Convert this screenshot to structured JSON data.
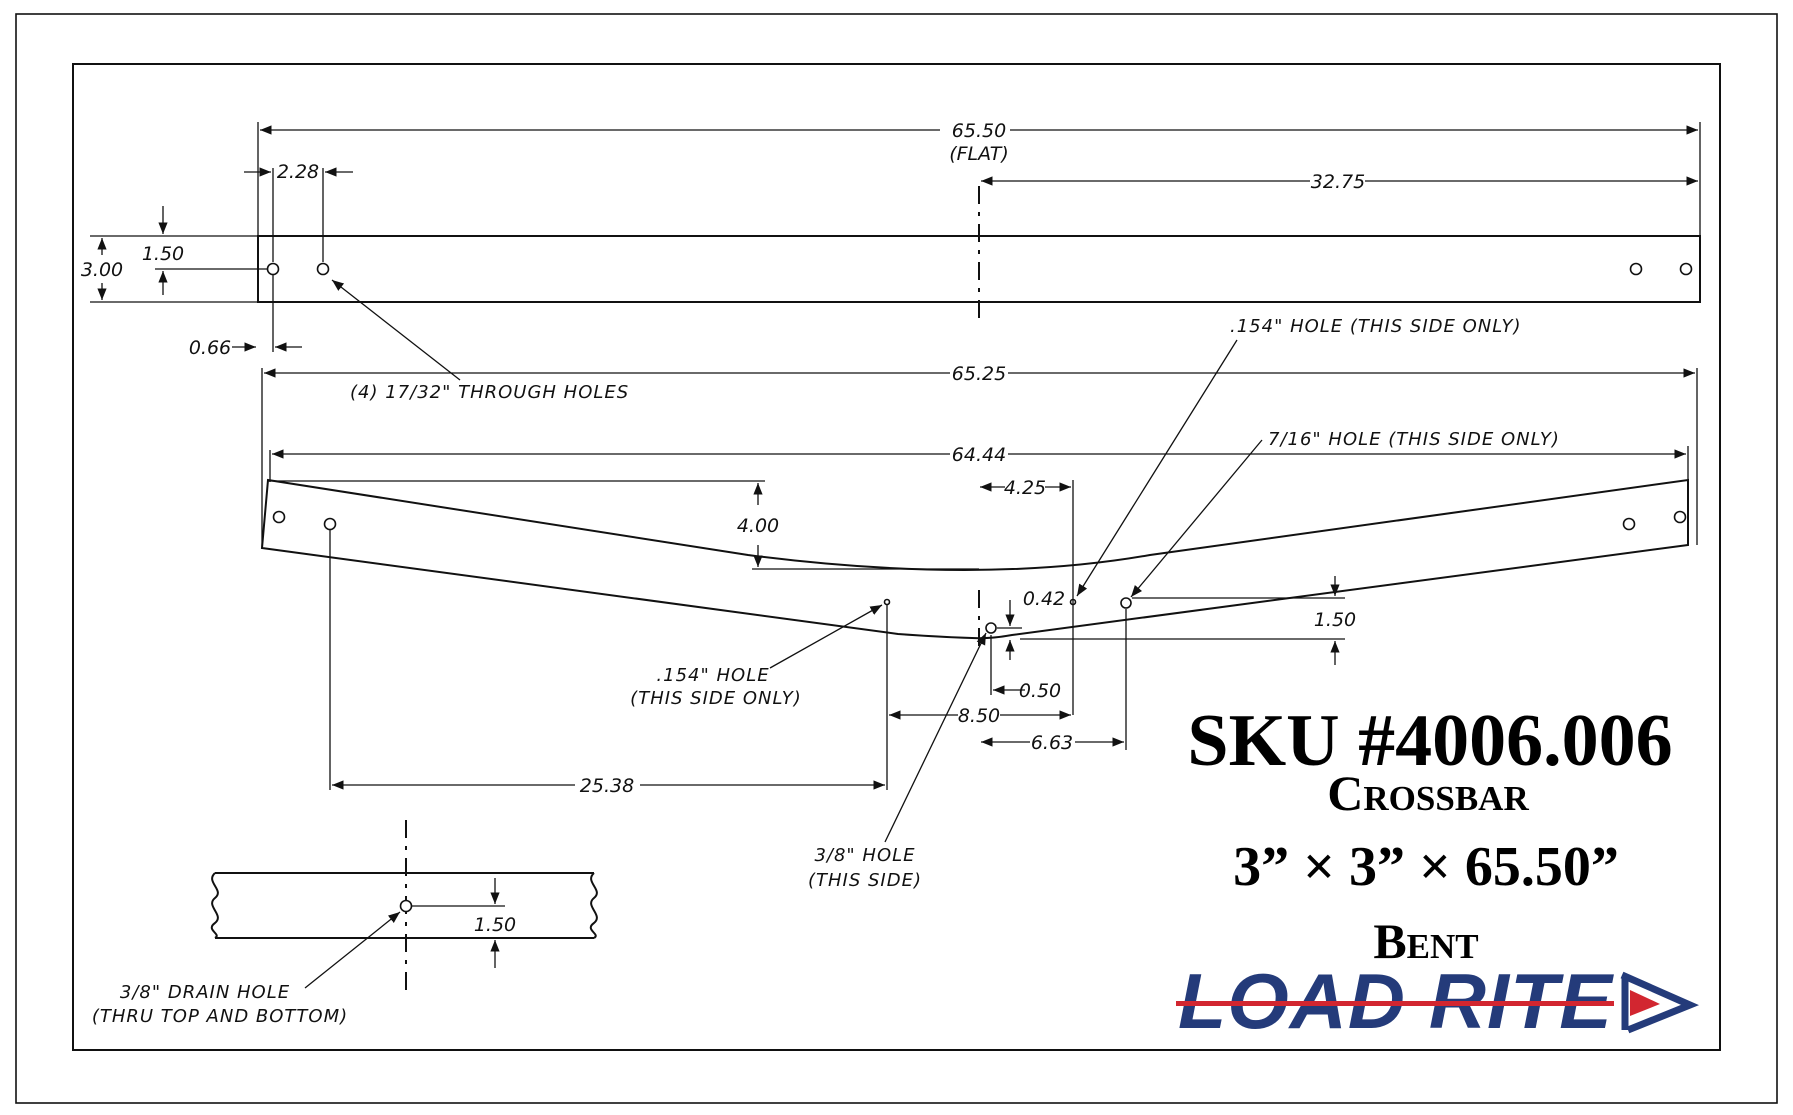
{
  "top_view": {
    "overall_length": "65.50",
    "overall_length_note": "(FLAT)",
    "half_length": "32.75",
    "hole_spacing": "2.28",
    "height": "3.00",
    "hole_height": "1.50",
    "edge_offset": "0.66",
    "holes_note": "(4) 17/32\" THROUGH HOLES"
  },
  "bent_view": {
    "outer_length": "65.25",
    "inner_length": "64.44",
    "drop": "4.00",
    "offset_425": "4.25",
    "offset_042": "0.42",
    "offset_050": "0.50",
    "offset_850": "8.50",
    "offset_663": "6.63",
    "offset_150": "1.50",
    "hole_distance": "25.38",
    "note_154_top": ".154\" HOLE (THIS SIDE ONLY)",
    "note_716": "7/16\" HOLE (THIS SIDE ONLY)",
    "note_154_left_1": ".154\" HOLE",
    "note_154_left_2": "(THIS SIDE ONLY)",
    "note_38_1": "3/8\" HOLE",
    "note_38_2": "(THIS SIDE)"
  },
  "section_view": {
    "hole_height": "1.50",
    "drain_note_1": "3/8\" DRAIN HOLE",
    "drain_note_2": "(THRU TOP AND BOTTOM)"
  },
  "title_block": {
    "sku": "SKU #4006.006",
    "name": "Crossbar",
    "size": "3” × 3” × 65.50”",
    "variant": "Bent"
  },
  "logo": {
    "text": "LOAD RITE",
    "text_color": "#243b7a",
    "stripe_color": "#d22630"
  }
}
